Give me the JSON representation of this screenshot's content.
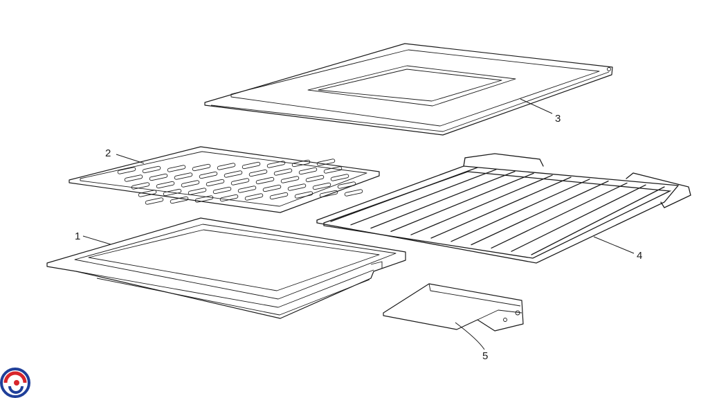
{
  "callouts": {
    "c1": "1",
    "c2": "2",
    "c3": "3",
    "c4": "4",
    "c5": "5"
  },
  "colors": {
    "line": "#1a1a1a",
    "logo_red": "#d8262c",
    "logo_blue": "#1f3f99"
  },
  "logo": {
    "icon": "brand-swirl-icon"
  }
}
